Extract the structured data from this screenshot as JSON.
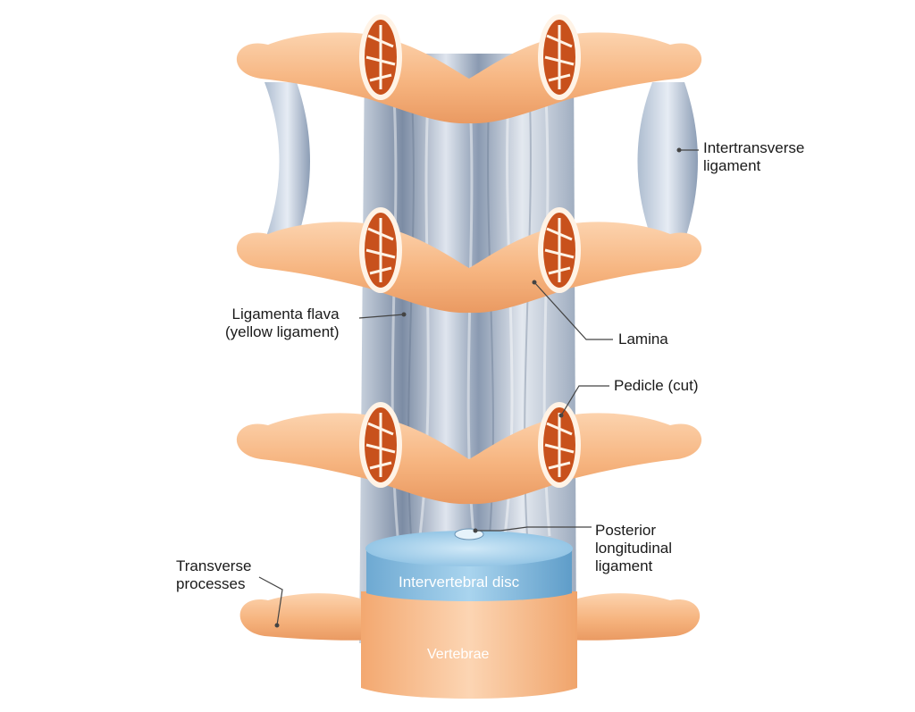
{
  "labels": {
    "intertransverse": [
      "Intertransverse",
      "ligament"
    ],
    "ligamenta_flava": [
      "Ligamenta flava",
      "(yellow ligament)"
    ],
    "lamina": "Lamina",
    "pedicle": "Pedicle (cut)",
    "posterior": [
      "Posterior",
      "longitudinal",
      "ligament"
    ],
    "transverse": [
      "Transverse",
      "processes"
    ],
    "disc": "Intervertebral disc",
    "vertebrae": "Vertebrae"
  },
  "colors": {
    "bone": "#f7b987",
    "bone_light": "#fcd6b4",
    "bone_dark": "#e79762",
    "spongy": "#c8511c",
    "ligament": "#9aa9be",
    "ligament_dark": "#6d7e97",
    "disc": "#8fc3e3",
    "disc_dark": "#5d9fca"
  }
}
